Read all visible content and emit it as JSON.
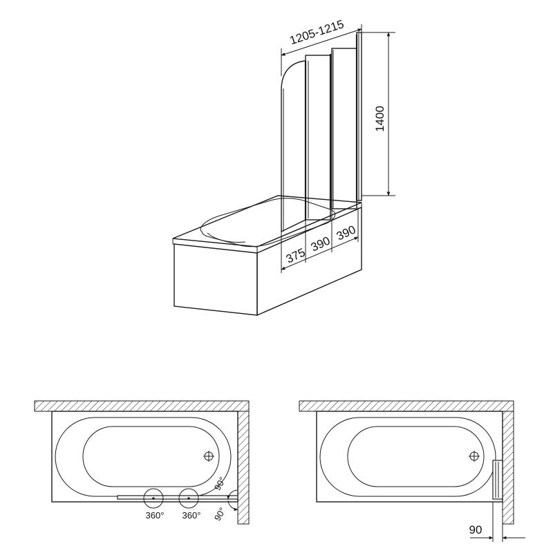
{
  "shower_screen": {
    "overall_width": "1205-1215",
    "height": "1400",
    "panel_widths": [
      "375",
      "390",
      "390"
    ]
  },
  "plan_views": {
    "left": {
      "angle_top": "90°",
      "angle_bottom": "90°",
      "rotation_left": "360°",
      "rotation_right": "360°"
    },
    "right": {
      "folded_clearance": "90"
    }
  },
  "colors": {
    "line": "#1a1a1a",
    "background": "#ffffff"
  }
}
